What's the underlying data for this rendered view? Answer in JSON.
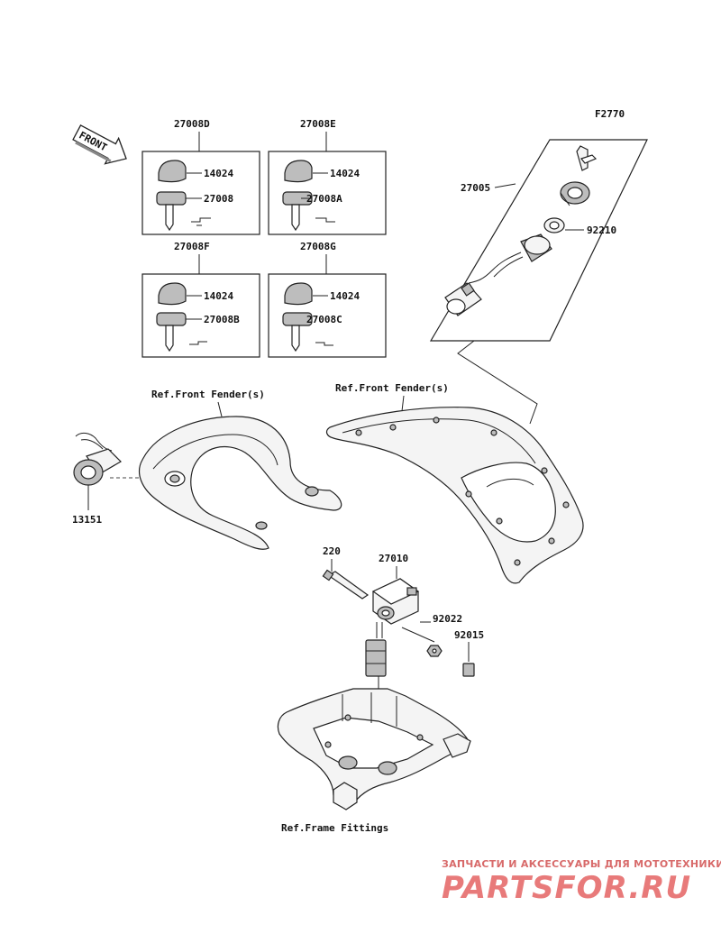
{
  "figure_code": "F2770",
  "front_arrow_label": "FRONT",
  "key_sets": [
    {
      "set_label": "27008D",
      "cover_label": "14024",
      "key_label": "27008"
    },
    {
      "set_label": "27008E",
      "cover_label": "14024",
      "key_label": "27008A"
    },
    {
      "set_label": "27008F",
      "cover_label": "14024",
      "key_label": "27008B"
    },
    {
      "set_label": "27008G",
      "cover_label": "14024",
      "key_label": "27008C"
    }
  ],
  "ignition_switch": {
    "assembly_label": "27005",
    "nut_label": "92210"
  },
  "refs": {
    "front_fender_left": "Ref.Front Fender(s)",
    "front_fender_right": "Ref.Front Fender(s)",
    "frame_fittings": "Ref.Frame Fittings"
  },
  "parts": {
    "socket": "13151",
    "bolt": "220",
    "unit": "27010",
    "washer": "92022",
    "clip": "92015"
  },
  "watermark": {
    "tagline": "ЗАПЧАСТИ И АКСЕССУАРЫ ДЛЯ МОТОТЕХНИКИ",
    "brand": "PARTSFOR.RU"
  }
}
